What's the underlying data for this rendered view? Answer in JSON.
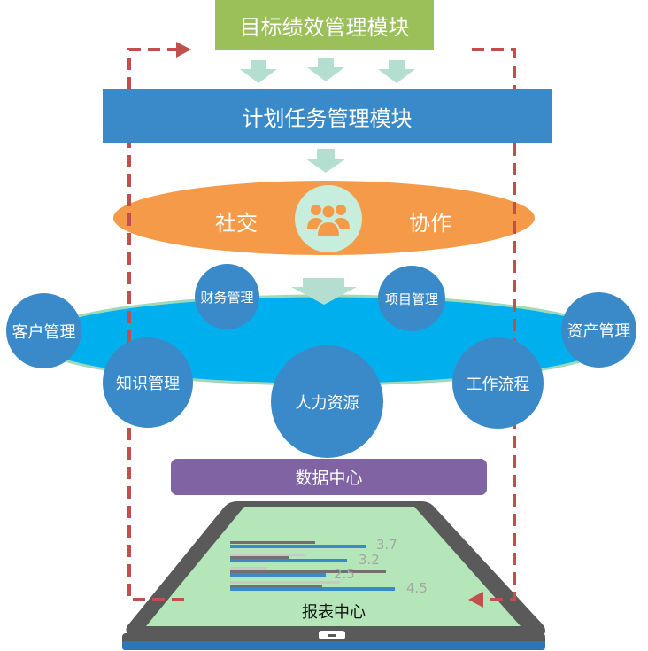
{
  "goal_module": "目标绩效管理模块",
  "plan_module": "计划任务管理模块",
  "social": {
    "left": "社交",
    "right": "协作",
    "icon": "people-group-icon"
  },
  "modules": {
    "finance": "财务管理",
    "project": "项目管理",
    "customer": "客户管理",
    "asset": "资产管理",
    "knowledge": "知识管理",
    "hr": "人力资源",
    "workflow": "工作流程"
  },
  "data_center": "数据中心",
  "report": {
    "label": "报表中心",
    "values": [
      "3.7",
      "3.2",
      "2.5",
      "4.5"
    ]
  },
  "colors": {
    "green_header": "#9bbf59",
    "blue_header": "#3a8ac9",
    "orange": "#f59a48",
    "cyan_ellipse": "#00b0ee",
    "module_circle": "#3a8ac9",
    "purple": "#8063a3",
    "dashed_arrow": "#c0504d",
    "down_arrow": "#b4dfd0",
    "tablet_screen": "#b5e6b9"
  }
}
